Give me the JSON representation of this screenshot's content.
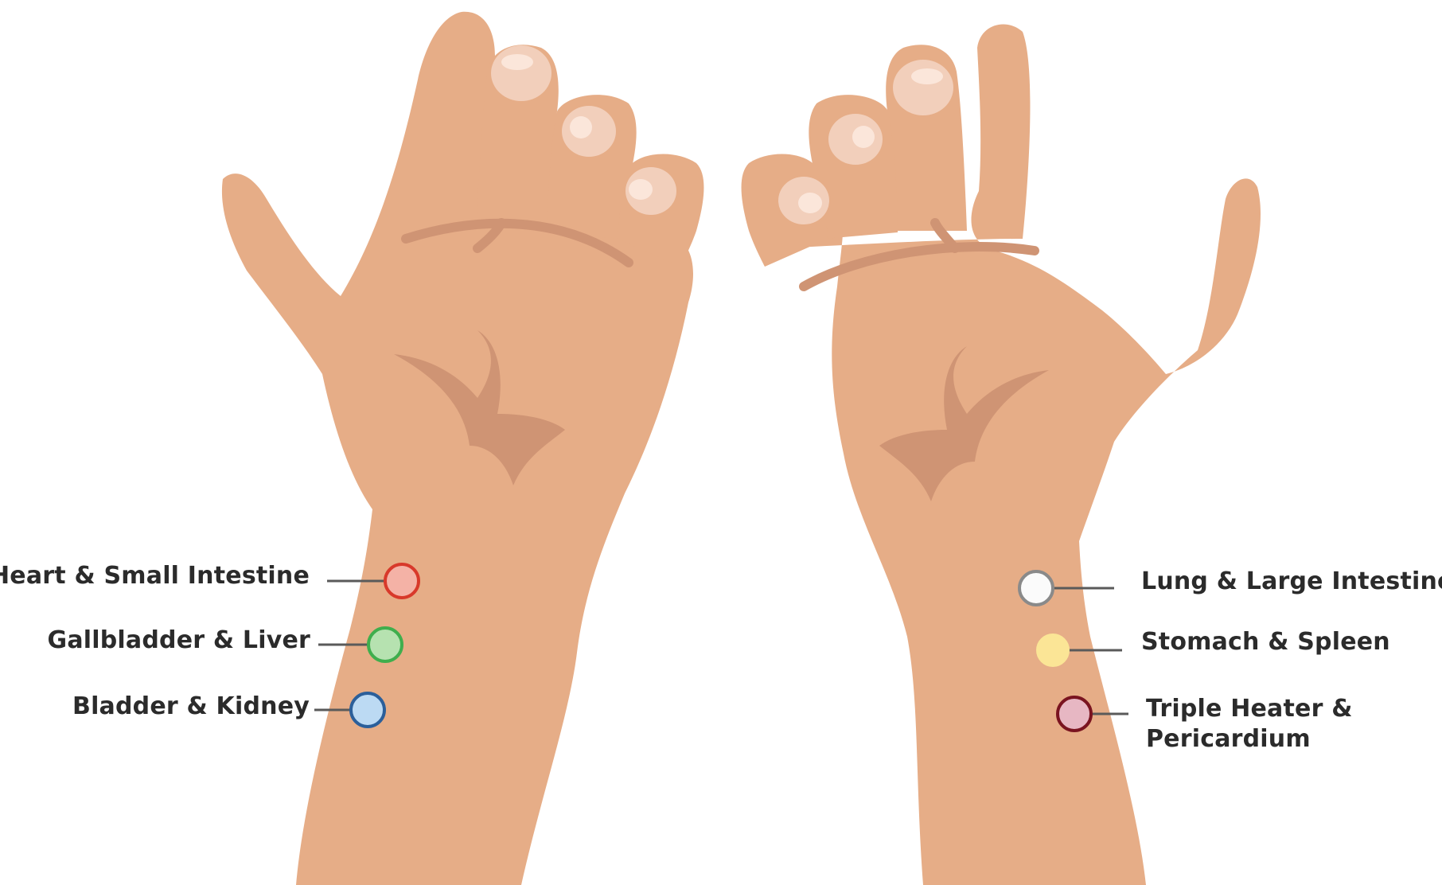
{
  "colors": {
    "background": "#ffffff",
    "skin": "#e6ad87",
    "skin_shadow": "#cf9474",
    "nail": "#f2cfbb",
    "nail_highlight": "#fbe6da",
    "leader_line": "#5a5a5a",
    "text": "#2b2b2b"
  },
  "left_hand": {
    "points": [
      {
        "label": "Heart & Small Intestine",
        "fill": "#f4b2a6",
        "stroke": "#d8392b"
      },
      {
        "label": "Gallbladder & Liver",
        "fill": "#b6e2b0",
        "stroke": "#3fae4d"
      },
      {
        "label": "Bladder & Kidney",
        "fill": "#bcdaf3",
        "stroke": "#2b5f9a"
      }
    ]
  },
  "right_hand": {
    "points": [
      {
        "label": "Lung & Large Intestine",
        "fill": "#fbfbfb",
        "stroke": "#8a8a8a"
      },
      {
        "label": "Stomach & Spleen",
        "fill": "#fbe596",
        "stroke": "#fbe596"
      },
      {
        "label": [
          "Triple Heater &",
          "Pericardium"
        ],
        "fill": "#e7b7c3",
        "stroke": "#7a1420"
      }
    ]
  }
}
